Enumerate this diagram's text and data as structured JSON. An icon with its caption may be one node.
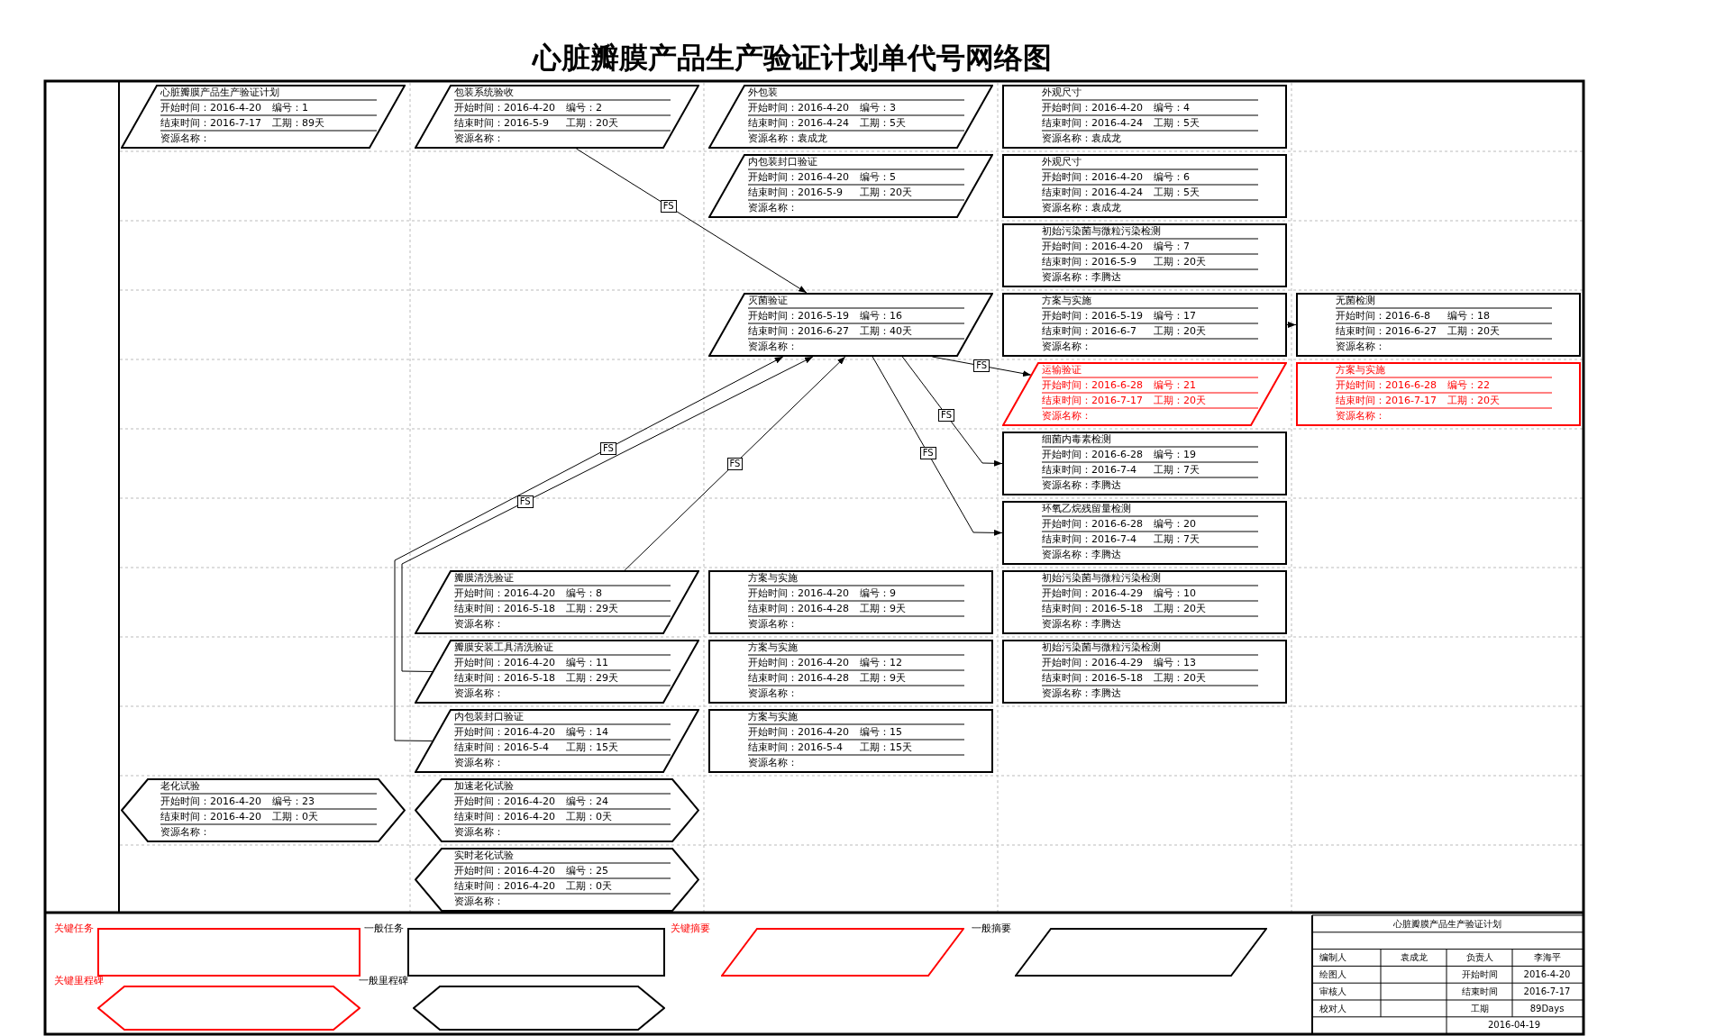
{
  "diagram": {
    "title": "心脏瓣膜产品生产验证计划单代号网络图",
    "nodes": [
      {
        "text": [
          "心脏瓣膜产品生产验证计划",
          "开始时间：2016-4-20",
          "编号：1",
          "结束时间：2016-7-17",
          "工期：89天",
          "资源名称："
        ]
      },
      {
        "text": [
          "包装系统验收",
          "开始时间：2016-4-20",
          "编号：2",
          "结束时间：2016-5-9",
          "工期：20天",
          "资源名称："
        ]
      },
      {
        "text": [
          "外包装",
          "开始时间：2016-4-20",
          "编号：3",
          "结束时间：2016-4-24",
          "工期：5天",
          "资源名称：袁成龙"
        ]
      },
      {
        "text": [
          "外观尺寸",
          "开始时间：2016-4-20",
          "编号：4",
          "结束时间：2016-4-24",
          "工期：5天",
          "资源名称：袁成龙"
        ]
      },
      {
        "text": [
          "内包装封口验证",
          "开始时间：2016-4-20",
          "编号：5",
          "结束时间：2016-5-9",
          "工期：20天",
          "资源名称："
        ]
      },
      {
        "text": [
          "外观尺寸",
          "开始时间：2016-4-20",
          "编号：6",
          "结束时间：2016-4-24",
          "工期：5天",
          "资源名称：袁成龙"
        ]
      },
      {
        "text": [
          "初始污染菌与微粒污染检测",
          "开始时间：2016-4-20",
          "编号：7",
          "结束时间：2016-5-9",
          "工期：20天",
          "资源名称：李腾达"
        ]
      },
      {
        "text": [
          "灭菌验证",
          "开始时间：2016-5-19",
          "编号：16",
          "结束时间：2016-6-27",
          "工期：40天",
          "资源名称："
        ]
      },
      {
        "text": [
          "方案与实施",
          "开始时间：2016-5-19",
          "编号：17",
          "结束时间：2016-6-7",
          "工期：20天",
          "资源名称："
        ]
      },
      {
        "text": [
          "无菌检测",
          "开始时间：2016-6-8",
          "编号：18",
          "结束时间：2016-6-27",
          "工期：20天",
          "资源名称："
        ]
      },
      {
        "text": [
          "运输验证",
          "开始时间：2016-6-28",
          "编号：21",
          "结束时间：2016-7-17",
          "工期：20天",
          "资源名称："
        ]
      },
      {
        "text": [
          "方案与实施",
          "开始时间：2016-6-28",
          "编号：22",
          "结束时间：2016-7-17",
          "工期：20天",
          "资源名称："
        ]
      },
      {
        "text": [
          "细菌内毒素检测",
          "开始时间：2016-6-28",
          "编号：19",
          "结束时间：2016-7-4",
          "工期：7天",
          "资源名称：李腾达"
        ]
      },
      {
        "text": [
          "环氧乙烷残留量检测",
          "开始时间：2016-6-28",
          "编号：20",
          "结束时间：2016-7-4",
          "工期：7天",
          "资源名称：李腾达"
        ]
      },
      {
        "text": [
          "瓣膜清洗验证",
          "开始时间：2016-4-20",
          "编号：8",
          "结束时间：2016-5-18",
          "工期：29天",
          "资源名称："
        ]
      },
      {
        "text": [
          "方案与实施",
          "开始时间：2016-4-20",
          "编号：9",
          "结束时间：2016-4-28",
          "工期：9天",
          "资源名称："
        ]
      },
      {
        "text": [
          "初始污染菌与微粒污染检测",
          "开始时间：2016-4-29",
          "编号：10",
          "结束时间：2016-5-18",
          "工期：20天",
          "资源名称：李腾达"
        ]
      },
      {
        "text": [
          "瓣膜安装工具清洗验证",
          "开始时间：2016-4-20",
          "编号：11",
          "结束时间：2016-5-18",
          "工期：29天",
          "资源名称："
        ]
      },
      {
        "text": [
          "方案与实施",
          "开始时间：2016-4-20",
          "编号：12",
          "结束时间：2016-4-28",
          "工期：9天",
          "资源名称："
        ]
      },
      {
        "text": [
          "初始污染菌与微粒污染检测",
          "开始时间：2016-4-29",
          "编号：13",
          "结束时间：2016-5-18",
          "工期：20天",
          "资源名称：李腾达"
        ]
      },
      {
        "text": [
          "内包装封口验证",
          "开始时间：2016-4-20",
          "编号：14",
          "结束时间：2016-5-4",
          "工期：15天",
          "资源名称："
        ]
      },
      {
        "text": [
          "方案与实施",
          "开始时间：2016-4-20",
          "编号：15",
          "结束时间：2016-5-4",
          "工期：15天",
          "资源名称："
        ]
      },
      {
        "text": [
          "老化试验",
          "开始时间：2016-4-20",
          "编号：23",
          "结束时间：2016-4-20",
          "工期：0天",
          "资源名称："
        ]
      },
      {
        "text": [
          "加速老化试验",
          "开始时间：2016-4-20",
          "编号：24",
          "结束时间：2016-4-20",
          "工期：0天",
          "资源名称："
        ]
      },
      {
        "text": [
          "实时老化试验",
          "开始时间：2016-4-20",
          "编号：25",
          "结束时间：2016-4-20",
          "工期：0天",
          "资源名称："
        ]
      }
    ],
    "edges": [
      {
        "from": 1,
        "to": 7,
        "arrow": "to",
        "label": "FS"
      },
      {
        "from": 14,
        "to": 7,
        "arrow": "to",
        "label": "FS"
      },
      {
        "from": 17,
        "to": 7,
        "arrow": "to",
        "label": "FS"
      },
      {
        "from": 20,
        "to": 7,
        "arrow": "to",
        "label": "FS"
      },
      {
        "from": 7,
        "to": 10,
        "arrow": "to",
        "label": "FS"
      },
      {
        "from": 7,
        "to": 12,
        "arrow": "to",
        "label": "FS"
      },
      {
        "from": 7,
        "to": 13,
        "arrow": "to",
        "label": "FS"
      },
      {
        "from": 8,
        "to": 9,
        "arrow": "to"
      }
    ],
    "labels": [
      "心脏瓣膜产品生产验证计划",
      "编制人",
      "袁成龙",
      "负责人",
      "李海平",
      "绘图人",
      "开始时间",
      "2016-4-20",
      "审核人",
      "结束时间",
      "2016-7-17",
      "校对人",
      "工期",
      "89Days",
      "2016-04-19"
    ],
    "legend": [
      {
        "text": "关键任务"
      },
      {
        "text": "一般任务"
      },
      {
        "text": "关键摘要"
      },
      {
        "text": "一般摘要"
      },
      {
        "text": "关键里程碑"
      },
      {
        "text": "一般里程碑"
      }
    ]
  }
}
